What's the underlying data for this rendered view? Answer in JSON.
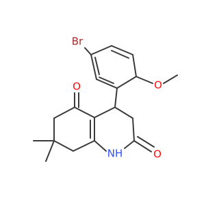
{
  "molecule": {
    "colors": {
      "bond": "#3a3a3a",
      "oxygen": "#ff0d0d",
      "nitrogen": "#2f50f8",
      "bromine": "#a62929",
      "background": "#ffffff"
    },
    "labels": {
      "br": "Br",
      "o_methoxy": "O",
      "o_ketone": "O",
      "o_amide": "O",
      "nh": "NH"
    }
  }
}
